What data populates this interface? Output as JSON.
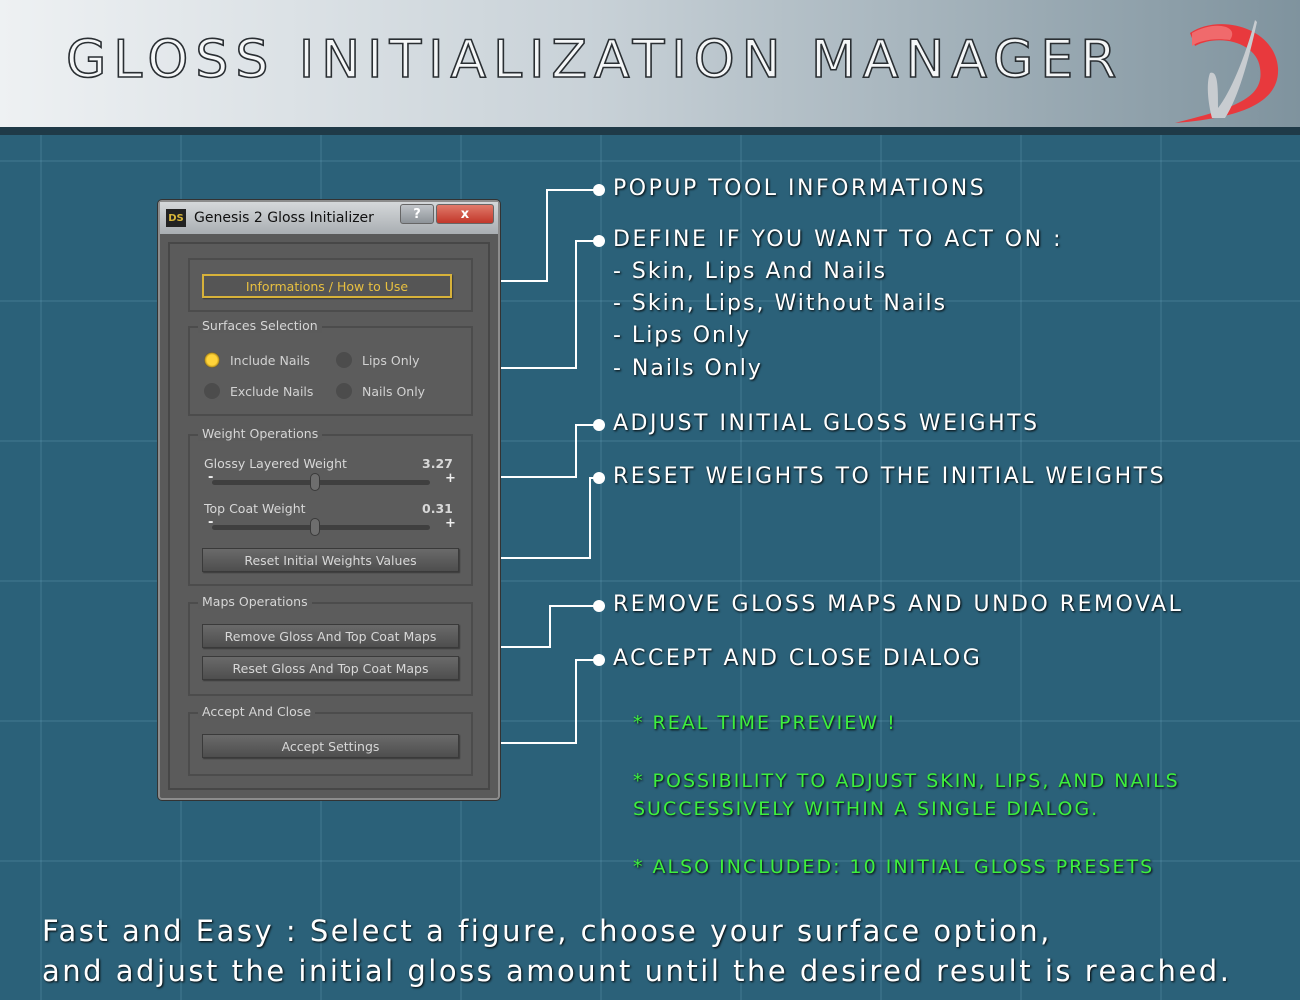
{
  "header": {
    "title": "GLOSS INITIALIZATION MANAGER"
  },
  "dialog": {
    "title": "Genesis 2 Gloss Initializer",
    "icon_text": "DS",
    "help_label": "?",
    "close_label": "x",
    "info_button": "Informations / How to Use",
    "surfaces": {
      "title": "Surfaces Selection",
      "options": [
        "Include Nails",
        "Lips Only",
        "Exclude Nails",
        "Nails Only"
      ],
      "selected": "Include Nails"
    },
    "weights": {
      "title": "Weight Operations",
      "glossy": {
        "label": "Glossy Layered Weight",
        "value": "3.27",
        "slider_fraction": 0.47
      },
      "topcoat": {
        "label": "Top Coat Weight",
        "value": "0.31",
        "slider_fraction": 0.47
      },
      "reset_button": "Reset Initial Weights Values"
    },
    "maps": {
      "title": "Maps Operations",
      "remove_button": "Remove Gloss And Top Coat Maps",
      "reset_button": "Reset Gloss And Top Coat Maps"
    },
    "accept": {
      "title": "Accept And Close",
      "button": "Accept Settings"
    }
  },
  "annotations": {
    "popup": "POPUP TOOL INFORMATIONS",
    "define": "DEFINE IF YOU WANT TO ACT ON :",
    "define_items": [
      "- Skin, Lips And Nails",
      "- Skin, Lips, Without Nails",
      "- Lips Only",
      "- Nails Only"
    ],
    "adjust": "ADJUST INITIAL GLOSS WEIGHTS",
    "reset": "RESET WEIGHTS TO THE INITIAL WEIGHTS",
    "remove": "REMOVE GLOSS MAPS AND UNDO REMOVAL",
    "accept": "ACCEPT AND CLOSE DIALOG"
  },
  "features": [
    "* REAL TIME PREVIEW !",
    "* POSSIBILITY TO ADJUST SKIN, LIPS, AND NAILS",
    "SUCCESSIVELY WITHIN A SINGLE DIALOG.",
    "* ALSO INCLUDED: 10 INITIAL GLOSS PRESETS"
  ],
  "footer": [
    "Fast and Easy : Select a figure, choose your surface option,",
    "and adjust the initial gloss amount until the desired result is reached."
  ]
}
